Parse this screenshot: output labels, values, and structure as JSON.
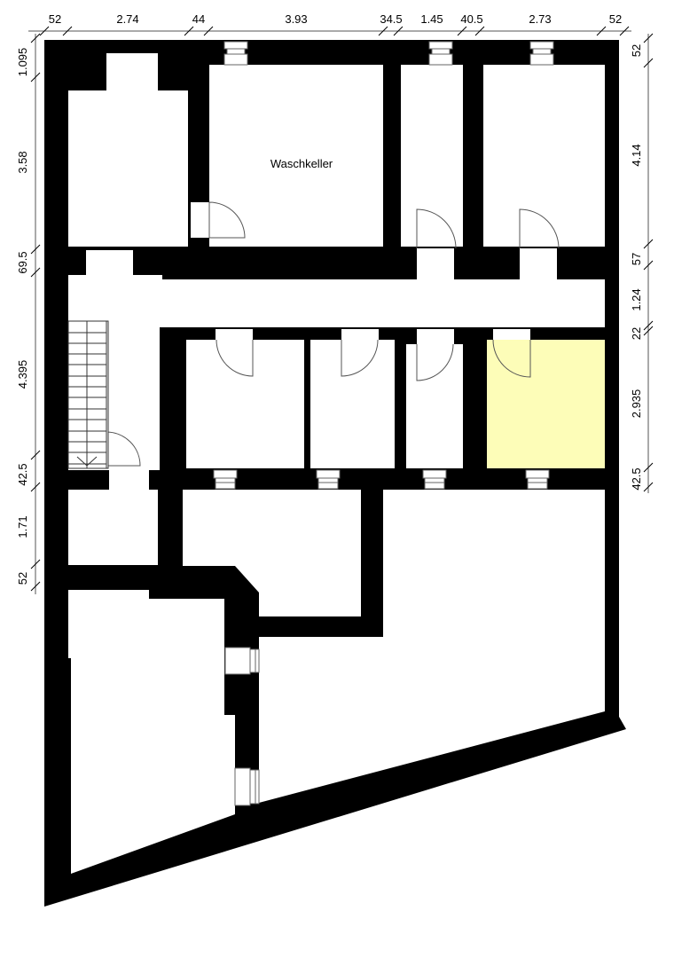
{
  "plan": {
    "room_label": "Waschkeller",
    "highlight_color": "#fdfdb8",
    "wall_color": "#000000"
  },
  "dimensions": {
    "top": [
      "52",
      "2.74",
      "44",
      "3.93",
      "34.5",
      "1.45",
      "40.5",
      "2.73",
      "52"
    ],
    "left": [
      "1.095",
      "3.58",
      "69.5",
      "4.395",
      "42.5",
      "1.71",
      "52"
    ],
    "right": [
      "52",
      "4.14",
      "57",
      "1.24",
      "22",
      "2.935",
      "42.5"
    ]
  }
}
